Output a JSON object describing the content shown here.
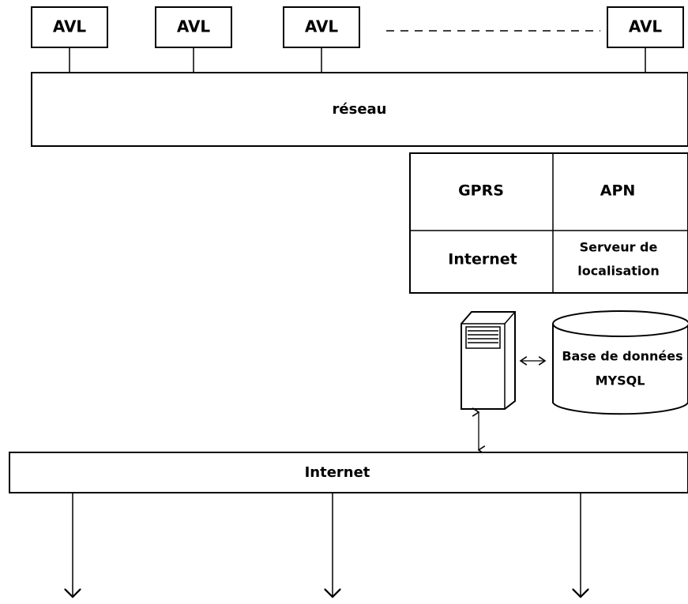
{
  "top_devices": {
    "items": [
      {
        "label": "AVL"
      },
      {
        "label": "AVL"
      },
      {
        "label": "AVL"
      },
      {
        "label": "AVL"
      }
    ]
  },
  "network": {
    "label": "réseau"
  },
  "grid": {
    "gprs": "GPRS",
    "apn": "APN",
    "internet": "Internet",
    "server_line1": "Serveur de",
    "server_line2": "localisation"
  },
  "database": {
    "line1": "Base de données",
    "line2": "MYSQL"
  },
  "internet_bar": {
    "label": "Internet"
  }
}
